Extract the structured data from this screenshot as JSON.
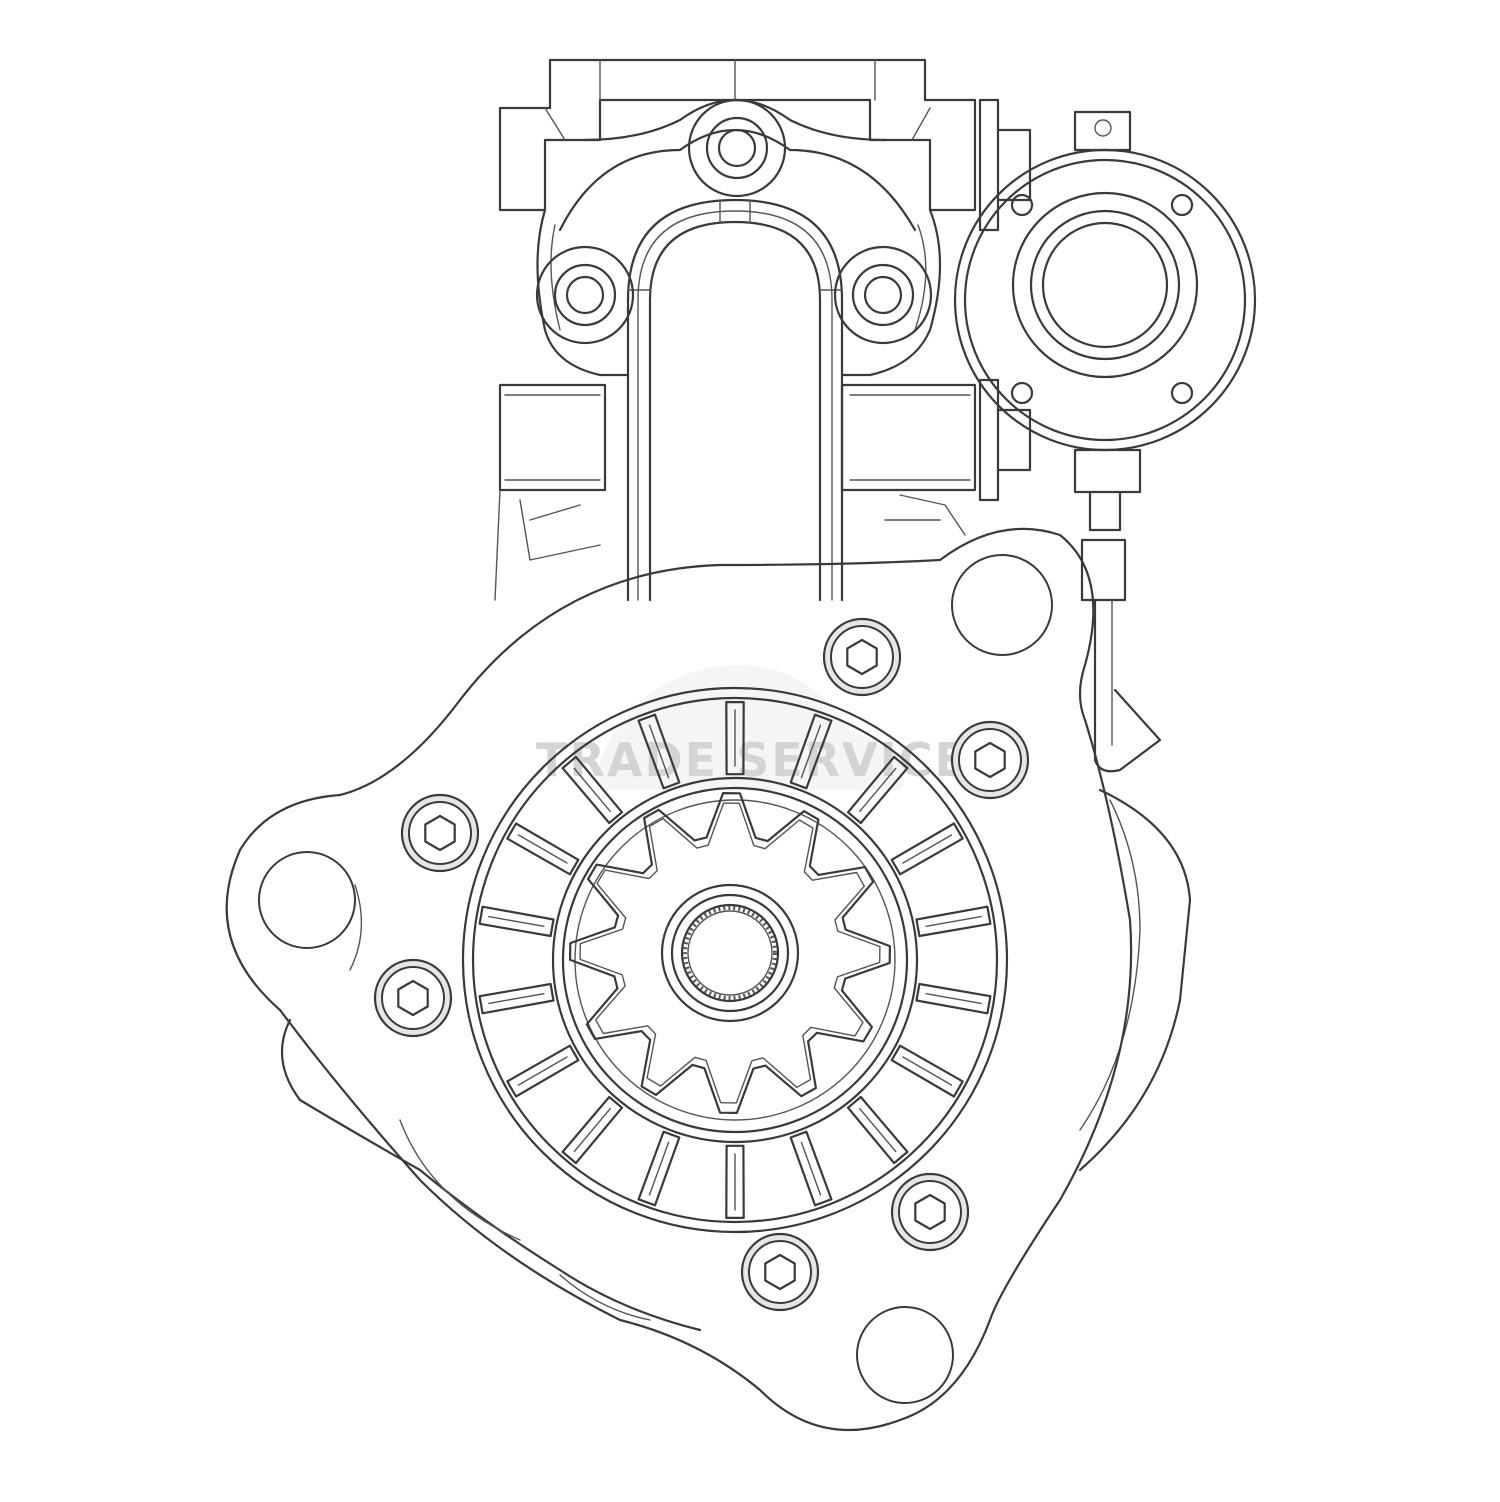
{
  "watermark": {
    "text": "TRADE SERVICE",
    "color": "#d4d4d4"
  },
  "colors": {
    "line": "#3a3a3a",
    "background": "#ffffff",
    "bolt_fill": "#e6e6e6"
  },
  "parts": {
    "pinion_teeth": 12,
    "clutch_segments": 18,
    "flange_bolts": 6,
    "mounting_holes": 3
  }
}
